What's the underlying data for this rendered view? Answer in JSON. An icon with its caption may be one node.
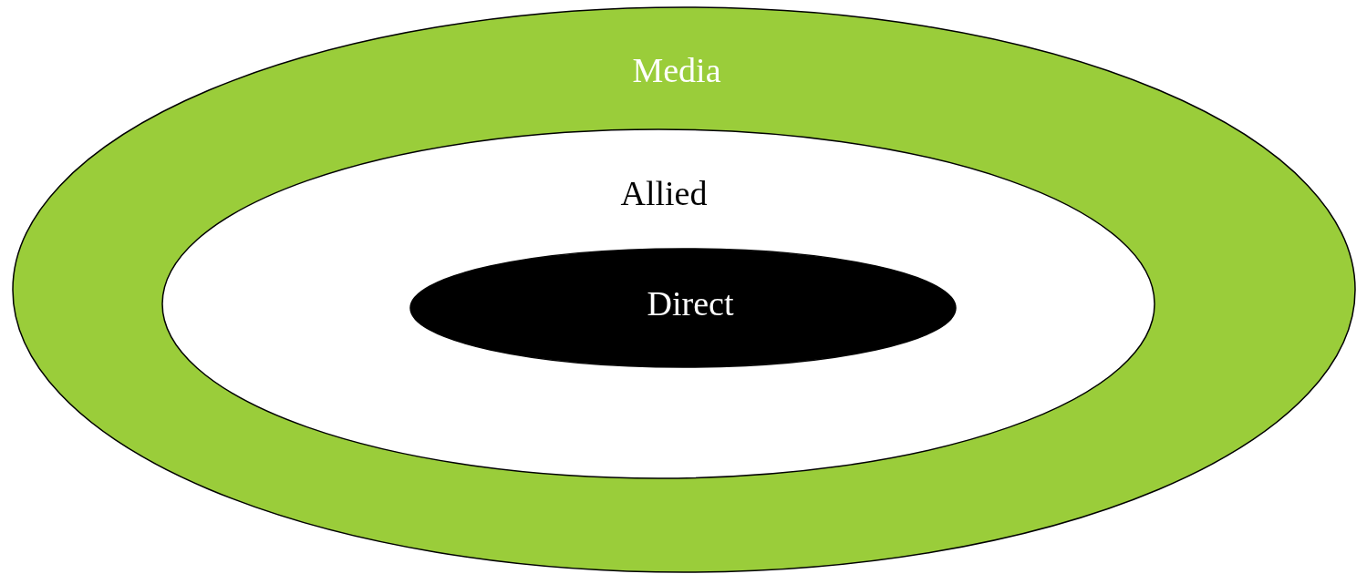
{
  "diagram": {
    "nodes": [
      {
        "text": [
          "Media"
        ]
      },
      {
        "text": [
          "Allied"
        ],
        "in": 0
      },
      {
        "text": [
          "Direct"
        ],
        "in": 1
      }
    ]
  }
}
